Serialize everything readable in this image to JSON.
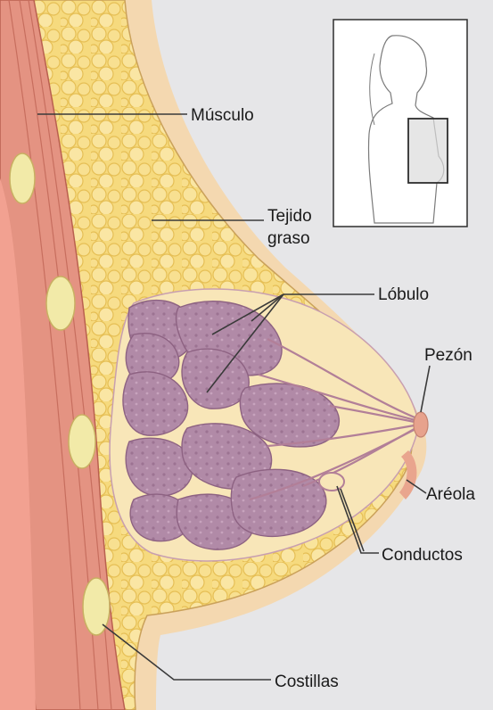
{
  "labels": {
    "muscle": "Músculo",
    "fat_line1": "Tejido",
    "fat_line2": "graso",
    "lobule": "Lóbulo",
    "nipple": "Pezón",
    "areola": "Aréola",
    "ducts": "Conductos",
    "ribs": "Costillas"
  },
  "colors": {
    "background": "#e6e6e8",
    "skin": "#f4d9b3",
    "fat": "#f5d87a",
    "lobule": "#b38aa8",
    "muscle": "#e49382",
    "chest_wall": "#f2a191"
  }
}
